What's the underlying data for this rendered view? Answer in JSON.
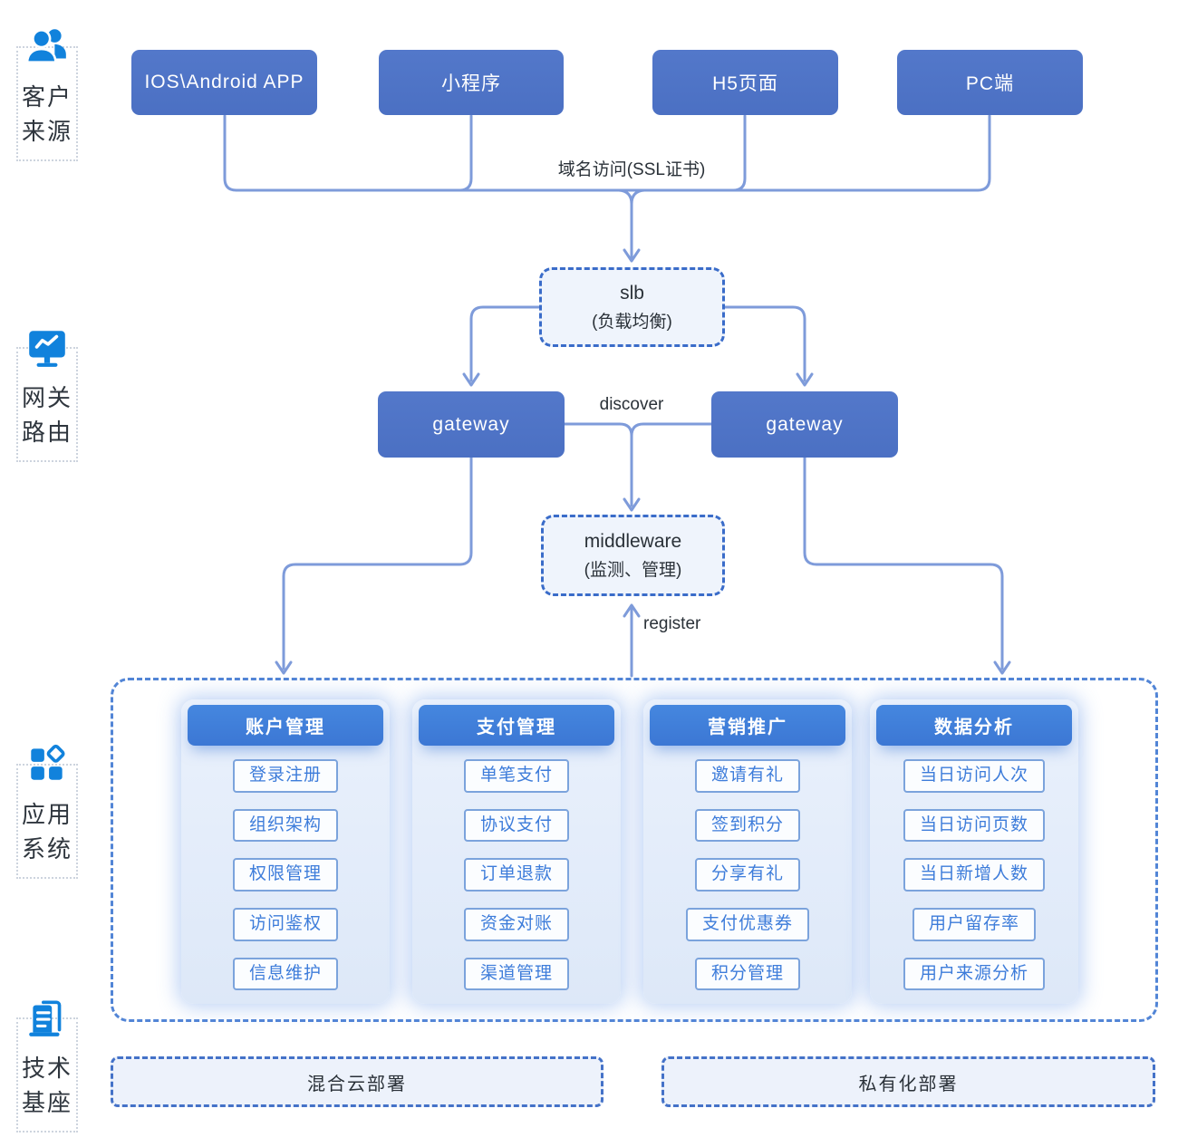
{
  "sidebar": {
    "items": [
      {
        "icon": "users-icon",
        "line1": "客户",
        "line2": "来源"
      },
      {
        "icon": "monitor-icon",
        "line1": "网关",
        "line2": "路由"
      },
      {
        "icon": "apps-icon",
        "line1": "应用",
        "line2": "系统"
      },
      {
        "icon": "tech-icon",
        "line1": "技术",
        "line2": "基座"
      }
    ]
  },
  "clients": [
    "IOS\\Android APP",
    "小程序",
    "H5页面",
    "PC端"
  ],
  "labels": {
    "domain": "域名访问(SSL证书)",
    "discover": "discover",
    "register": "register"
  },
  "slb": {
    "title": "slb",
    "subtitle": "(负载均衡)"
  },
  "gateways": [
    {
      "label": "gateway"
    },
    {
      "label": "gateway"
    }
  ],
  "middleware": {
    "title": "middleware",
    "subtitle": "(监测、管理)"
  },
  "app_system": {
    "columns": [
      {
        "header": "账户管理",
        "items": [
          "登录注册",
          "组织架构",
          "权限管理",
          "访问鉴权",
          "信息维护"
        ]
      },
      {
        "header": "支付管理",
        "items": [
          "单笔支付",
          "协议支付",
          "订单退款",
          "资金对账",
          "渠道管理"
        ]
      },
      {
        "header": "营销推广",
        "items": [
          "邀请有礼",
          "签到积分",
          "分享有礼",
          "支付优惠券",
          "积分管理"
        ]
      },
      {
        "header": "数据分析",
        "items": [
          "当日访问人次",
          "当日访问页数",
          "当日新增人数",
          "用户留存率",
          "用户来源分析"
        ]
      }
    ]
  },
  "deployments": [
    "混合云部署",
    "私有化部署"
  ],
  "colors": {
    "solid_box": "#4E73C5",
    "header_box": "#3E7DD9",
    "icon_blue": "#1182DC",
    "line": "#7E9BDA",
    "dashed_border": "#3A6CC9",
    "container_border": "#5285D6",
    "light_fill": "#EFF4FC",
    "item_text": "#3D7CDA",
    "item_border": "#7BA3DC",
    "label_text": "#2A3138"
  }
}
